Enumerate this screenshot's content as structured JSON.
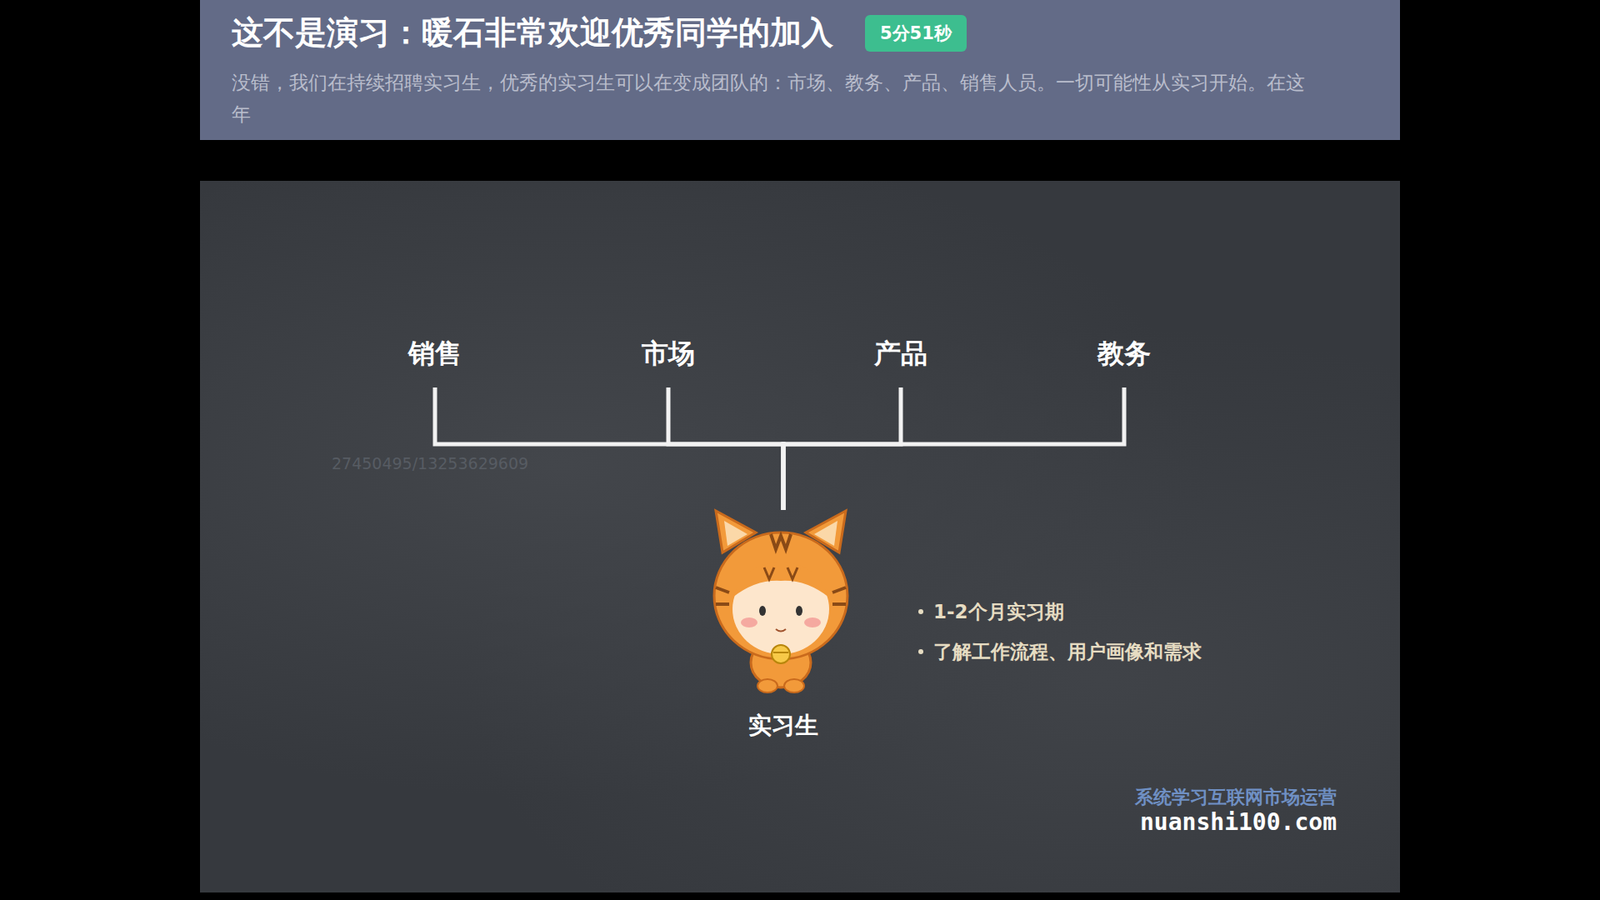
{
  "diagram": {
    "title": "这不是演习：暖石非常欢迎优秀同学的加入",
    "nodes": [
      {
        "text": [
          "销售"
        ]
      },
      {
        "text": [
          "市场"
        ]
      },
      {
        "text": [
          "产品"
        ]
      },
      {
        "text": [
          "教务"
        ]
      },
      {
        "text": [
          "实习生"
        ]
      }
    ],
    "edges": [
      {
        "from": 4,
        "to": 0,
        "arrow": "none"
      },
      {
        "from": 4,
        "to": 1,
        "arrow": "none"
      },
      {
        "from": 4,
        "to": 2,
        "arrow": "none"
      },
      {
        "from": 4,
        "to": 3,
        "arrow": "none"
      }
    ],
    "labels": [
      "5分51秒",
      "没错，我们在持续招聘实习生，优秀的实习生可以在变成团队的：市场、教务、产品、销售人员。一切可能性从实习开始。在这",
      "年",
      "27450495/13253629609",
      "1-2个月实习期",
      "了解工作流程、用户画像和需求",
      "系统学习互联网市场运营",
      "nuanshi100.com"
    ]
  }
}
